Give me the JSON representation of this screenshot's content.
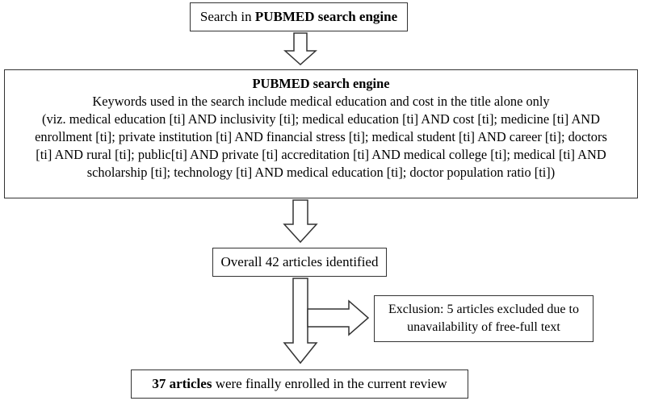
{
  "flowchart": {
    "search_box": {
      "prefix": "Search in ",
      "bold": "PUBMED search engine"
    },
    "engine_box": {
      "title": "PUBMED search engine",
      "lines": [
        "Keywords used in the search include medical education and cost in the title alone only",
        "(viz. medical education [ti] AND inclusivity [ti]; medical education [ti] AND cost [ti]; medicine [ti] AND",
        "enrollment [ti]; private institution [ti] AND financial stress [ti]; medical student [ti] AND career [ti]; doctors",
        "[ti] AND rural [ti]; public[ti] AND private [ti] accreditation [ti] AND medical college [ti]; medical [ti] AND",
        "scholarship [ti]; technology [ti] AND medical education [ti]; doctor population ratio [ti])"
      ]
    },
    "identified_box": {
      "text": "Overall 42 articles identified"
    },
    "exclusion_box": {
      "line1": "Exclusion: 5 articles excluded due to",
      "line2": "unavailability of free-full text"
    },
    "final_box": {
      "bold": "37 articles",
      "rest": " were finally enrolled in the current review"
    }
  }
}
